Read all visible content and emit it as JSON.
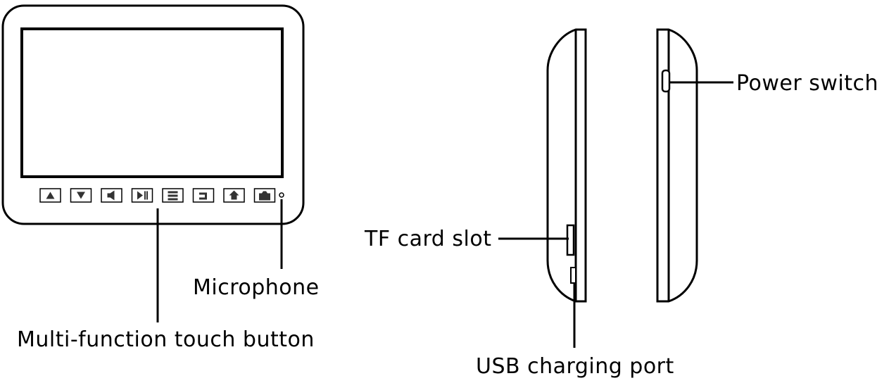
{
  "labels": {
    "microphone": "Microphone",
    "touch_button": "Multi-function touch button",
    "tf_card_slot": "TF card slot",
    "usb_port": "USB charging port",
    "power_switch": "Power switch"
  },
  "touch_buttons": [
    {
      "icon": "up-arrow-icon"
    },
    {
      "icon": "down-arrow-icon"
    },
    {
      "icon": "volume-icon"
    },
    {
      "icon": "play-pause-icon"
    },
    {
      "icon": "menu-icon"
    },
    {
      "icon": "return-icon"
    },
    {
      "icon": "home-icon"
    },
    {
      "icon": "camera-icon"
    }
  ],
  "colors": {
    "line": "#000000",
    "background": "#ffffff"
  }
}
